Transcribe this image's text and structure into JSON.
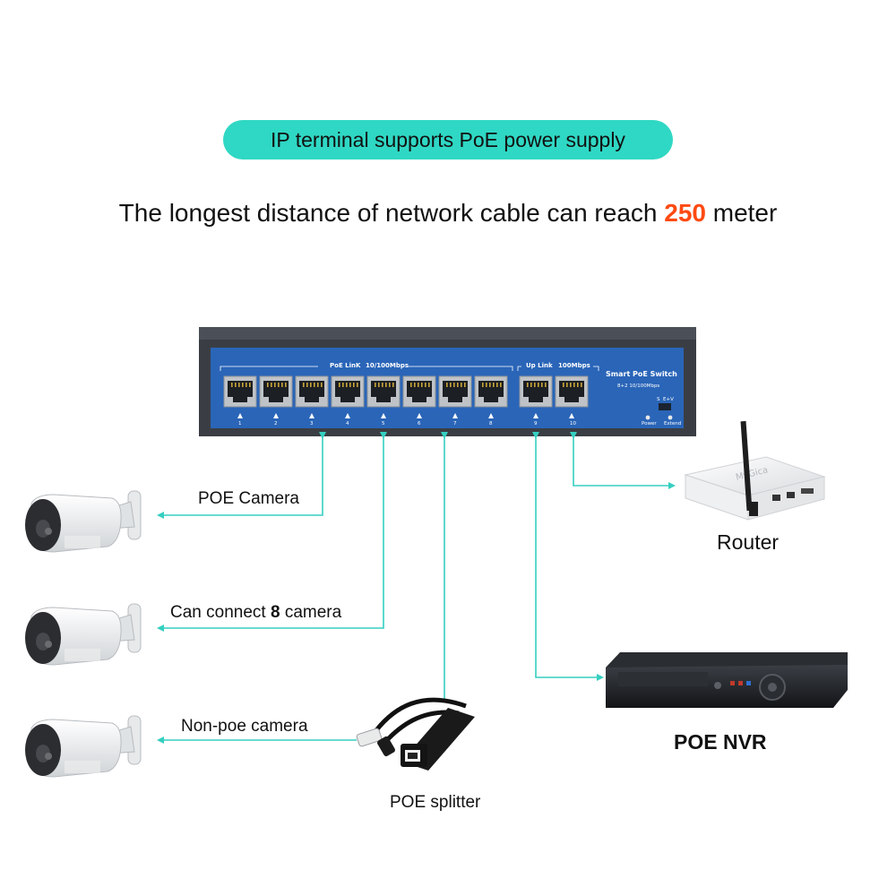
{
  "banner": {
    "text": "IP terminal supports PoE power supply"
  },
  "headline": {
    "prefix": "The longest distance of network cable can reach ",
    "distance": "250",
    "suffix": " meter"
  },
  "switch": {
    "poe_link_label": "PoE LinK",
    "poe_speed_label": "10/100Mbps",
    "uplink_label": "Up Link",
    "uplink_speed_label": "100Mbps",
    "model_title": "Smart PoE Switch",
    "model_sub": "8+2 10/100Mbps",
    "switch_s": "S",
    "switch_ev": "E+V",
    "power_label": "Power",
    "extend_label": "Extend",
    "port_numbers": [
      "1",
      "2",
      "3",
      "4",
      "5",
      "6",
      "7",
      "8",
      "9",
      "10"
    ]
  },
  "devices": {
    "poe_camera": "POE Camera",
    "can_connect_prefix": "Can connect ",
    "can_connect_count": "8",
    "can_connect_suffix": " camera",
    "non_poe_camera": "Non-poe camera",
    "poe_splitter": "POE splitter",
    "router": "Router",
    "router_brand": "MyGica",
    "poe_nvr": "POE NVR"
  },
  "colors": {
    "banner": "#2fd8c4",
    "accent": "#ff4a12",
    "connector": "#35cfc0",
    "switch_panel": "#2a65b8"
  }
}
